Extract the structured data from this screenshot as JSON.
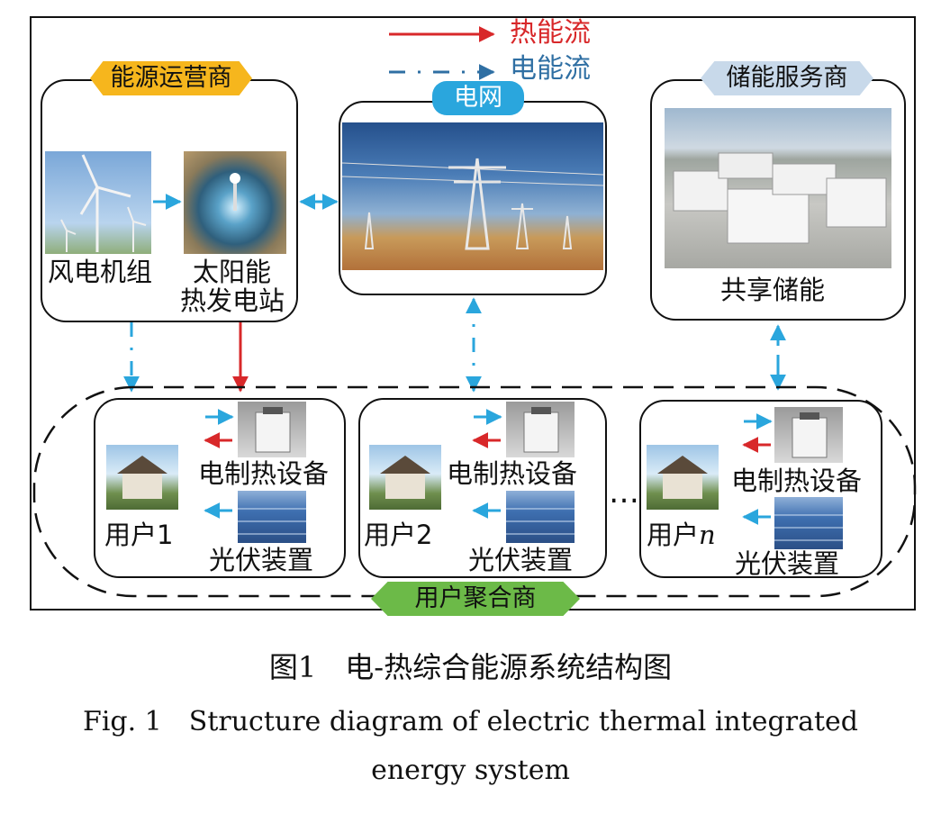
{
  "legend": {
    "heat_flow": "热能流",
    "electric_flow": "电能流",
    "heat_color": "#d8282a",
    "electric_color": "#2aa6dd"
  },
  "operator": {
    "title": "能源运营商",
    "wind_label": "风电机组",
    "solar_label_line1": "太阳能",
    "solar_label_line2": "热发电站"
  },
  "grid": {
    "title": "电网"
  },
  "storage": {
    "title": "储能服务商",
    "label": "共享储能"
  },
  "aggregator": {
    "title": "用户聚合商",
    "ellipsis": "…",
    "users": [
      {
        "label": "用户1",
        "heater_label": "电制热设备",
        "pv_label": "光伏装置"
      },
      {
        "label": "用户2",
        "heater_label": "电制热设备",
        "pv_label": "光伏装置"
      },
      {
        "label_prefix": "用户",
        "label_suffix": "n",
        "heater_label": "电制热设备",
        "pv_label": "光伏装置"
      }
    ]
  },
  "caption": {
    "cn": "图1　电-热综合能源系统结构图",
    "en_line1": "Fig. 1　Structure diagram of electric thermal integrated",
    "en_line2": "energy system"
  }
}
